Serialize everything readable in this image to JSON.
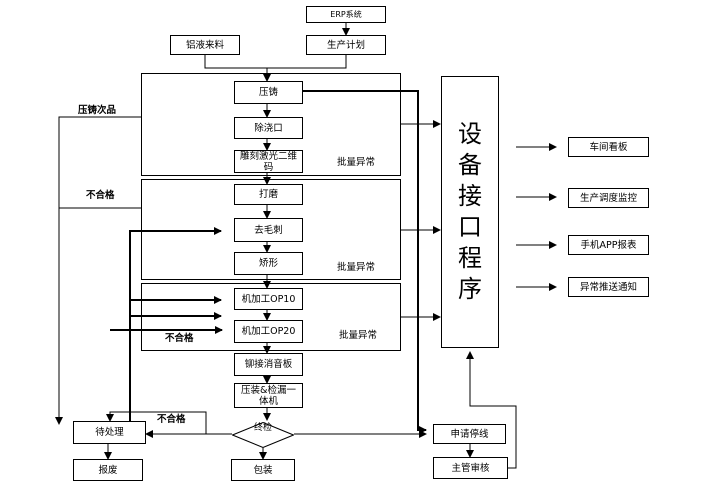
{
  "nodes": {
    "erp": "ERP系统",
    "plan": "生产计划",
    "alu": "铝液来料",
    "casting": "压铸",
    "degate": "除浇口",
    "laser": "雕刻激光二维码",
    "grind": "打磨",
    "deburr": "去毛刺",
    "shape": "矫形",
    "op10": "机加工OP10",
    "op20": "机加工OP20",
    "rivet": "铆接消音板",
    "press": "压装&检漏一体机",
    "inspect": "终检",
    "pending": "待处理",
    "scrap": "报废",
    "pack": "包装",
    "stop": "申请停线",
    "review": "主管审核",
    "iface": [
      "设",
      "备",
      "接",
      "口",
      "程",
      "序"
    ],
    "kanban": "车间看板",
    "dispatch": "生产调度监控",
    "app": "手机APP报表",
    "notify": "异常推送通知"
  },
  "labels": {
    "batch1": "批量异常",
    "batch2": "批量异常",
    "batch3": "批量异常",
    "casting_defect": "压铸次品",
    "ng1": "不合格",
    "ng2": "不合格",
    "ng3": "不合格"
  }
}
